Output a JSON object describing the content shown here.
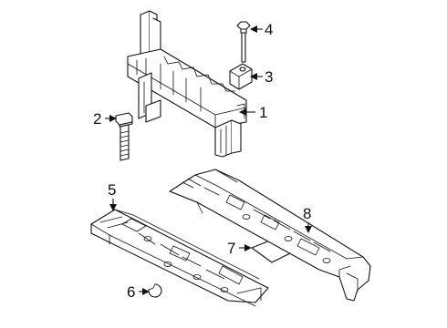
{
  "callouts": [
    {
      "id": "part-1-callout",
      "number": "1"
    },
    {
      "id": "part-2-callout",
      "number": "2"
    },
    {
      "id": "part-3-callout",
      "number": "3"
    },
    {
      "id": "part-4-callout",
      "number": "4"
    },
    {
      "id": "part-5-callout",
      "number": "5"
    },
    {
      "id": "part-6-callout",
      "number": "6"
    },
    {
      "id": "part-7-callout",
      "number": "7"
    },
    {
      "id": "part-8-callout",
      "number": "8"
    }
  ],
  "colors": {
    "line": "#111111",
    "background": "#ffffff"
  }
}
